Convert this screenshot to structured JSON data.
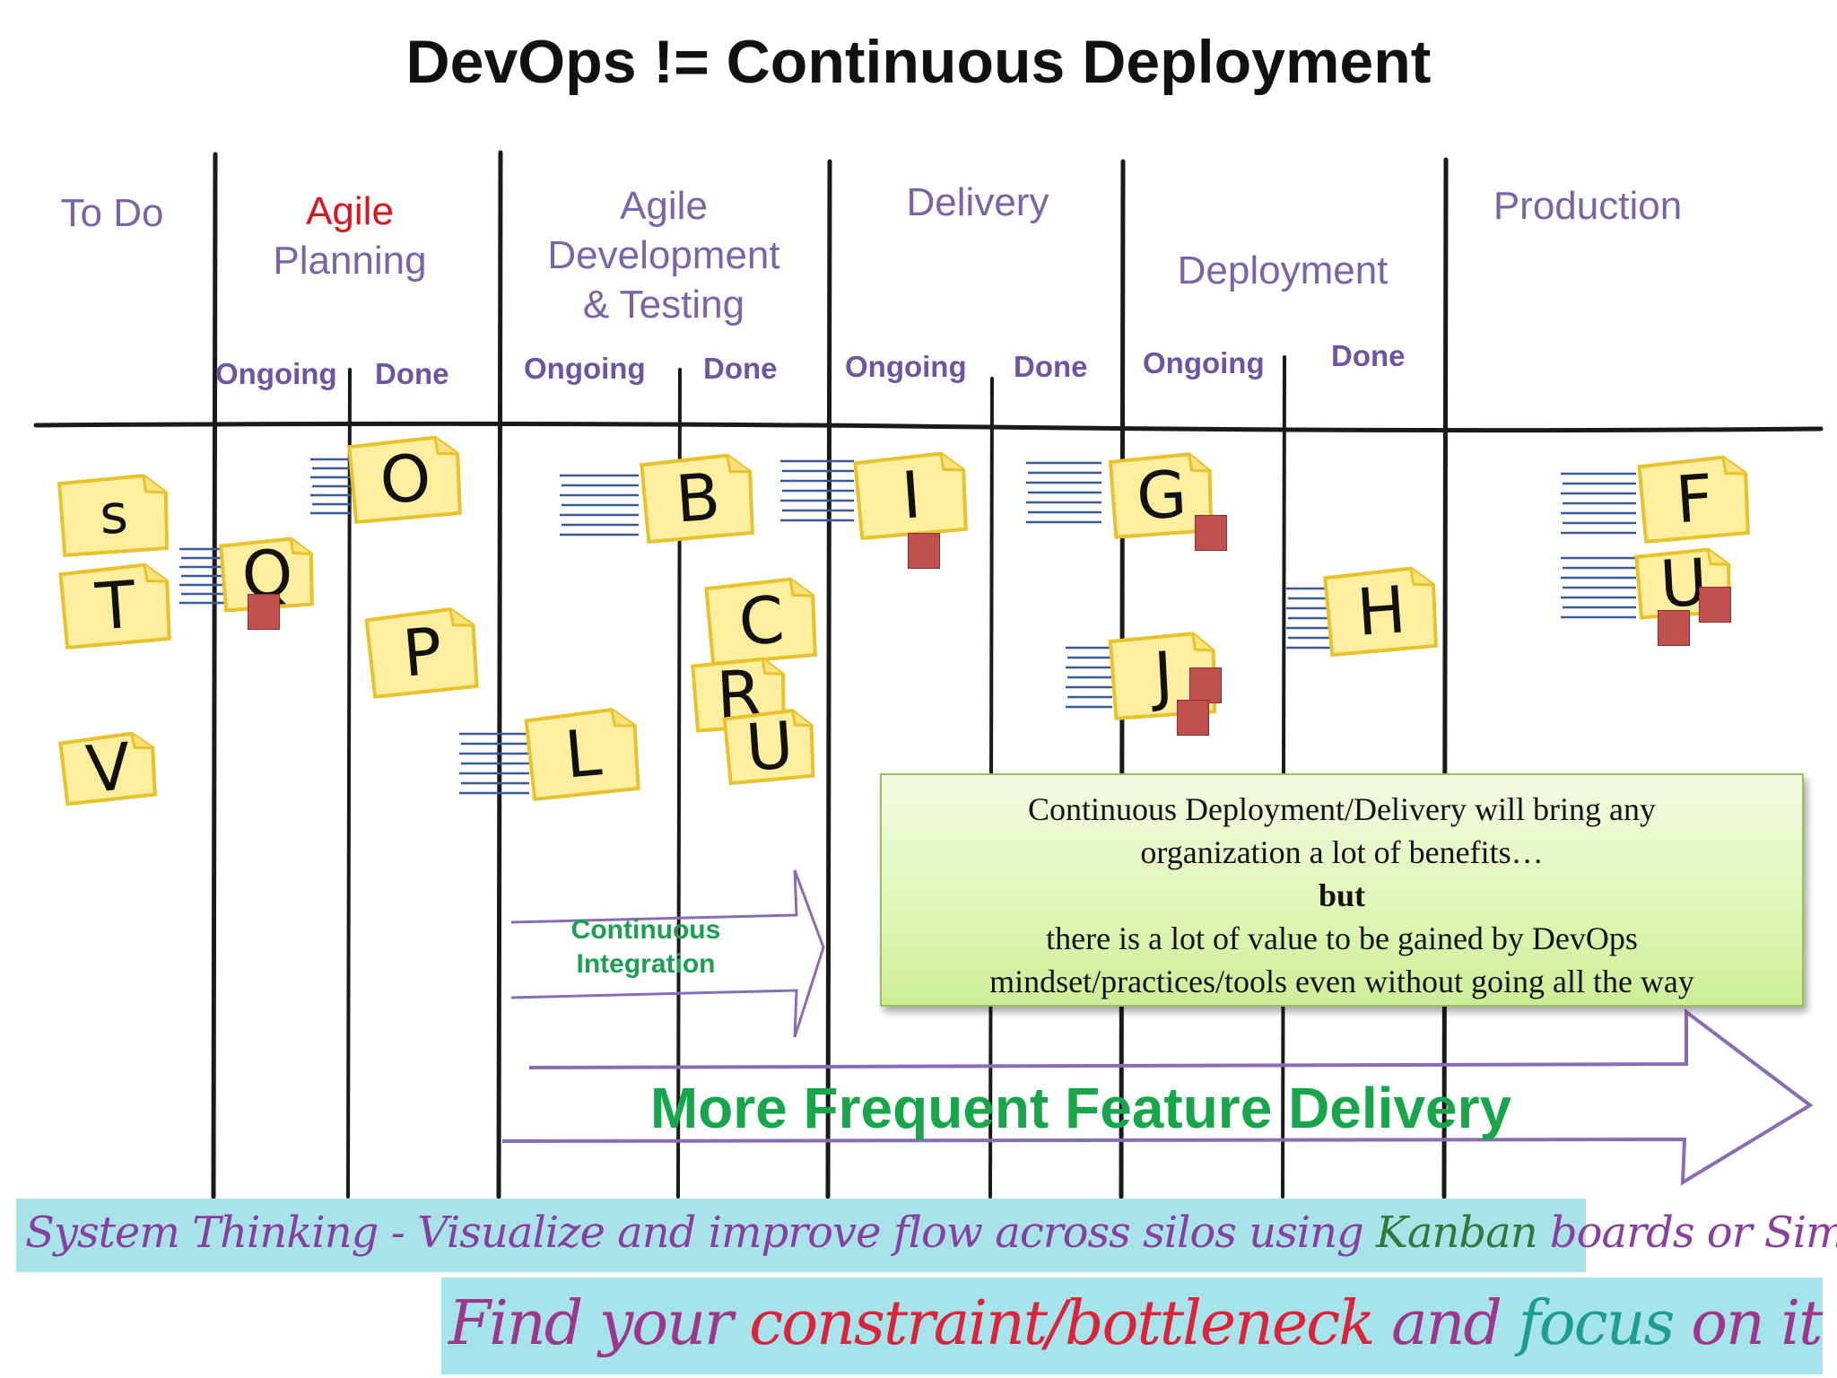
{
  "title": "DevOps != Continuous Deployment",
  "columns": {
    "todo": "To Do",
    "agile_planning_1": "Agile",
    "agile_planning_2": "Planning",
    "agile_dev_1": "Agile",
    "agile_dev_2": "Development",
    "agile_dev_3": "& Testing",
    "delivery": "Delivery",
    "deployment": "Deployment",
    "production": "Production"
  },
  "subcolumns": {
    "ongoing": "Ongoing",
    "done": "Done"
  },
  "notes": {
    "s": "s",
    "t": "T",
    "v": "V",
    "q": "Q",
    "o": "O",
    "p": "P",
    "l": "L",
    "b": "B",
    "c": "C",
    "r": "R",
    "u": "U",
    "i": "I",
    "g": "G",
    "j": "J",
    "h": "H",
    "f": "F",
    "u2": "U"
  },
  "ci_label_1": "Continuous",
  "ci_label_2": "Integration",
  "callout": {
    "line1": "Continuous Deployment/Delivery will bring any",
    "line2": "organization a lot of benefits…",
    "line3": "but",
    "line4": "there is a lot of value to be gained by DevOps",
    "line5": "mindset/practices/tools even without going all the way"
  },
  "big_arrow_label": "More Frequent Feature Delivery",
  "banner1": {
    "part1": "System Thinking - Visualize and improve flow across silos using ",
    "part2": "Kanban",
    "part3": " boards or Similar"
  },
  "banner2": {
    "part1": "Find your ",
    "part2": "constraint/bottleneck",
    "part3": " and ",
    "part4": "focus",
    "part5": " on it"
  },
  "colors": {
    "header_purple": "#7a64a8",
    "accent_red": "#e0141e",
    "note_fill": "#fdeea0",
    "note_border": "#e8c22a",
    "block_red": "#c0504d",
    "ci_green": "#1aa050",
    "arrow_purple": "#8a6cb4",
    "callout_green": "#dff5b4",
    "banner_cyan": "#a9e3ea"
  }
}
